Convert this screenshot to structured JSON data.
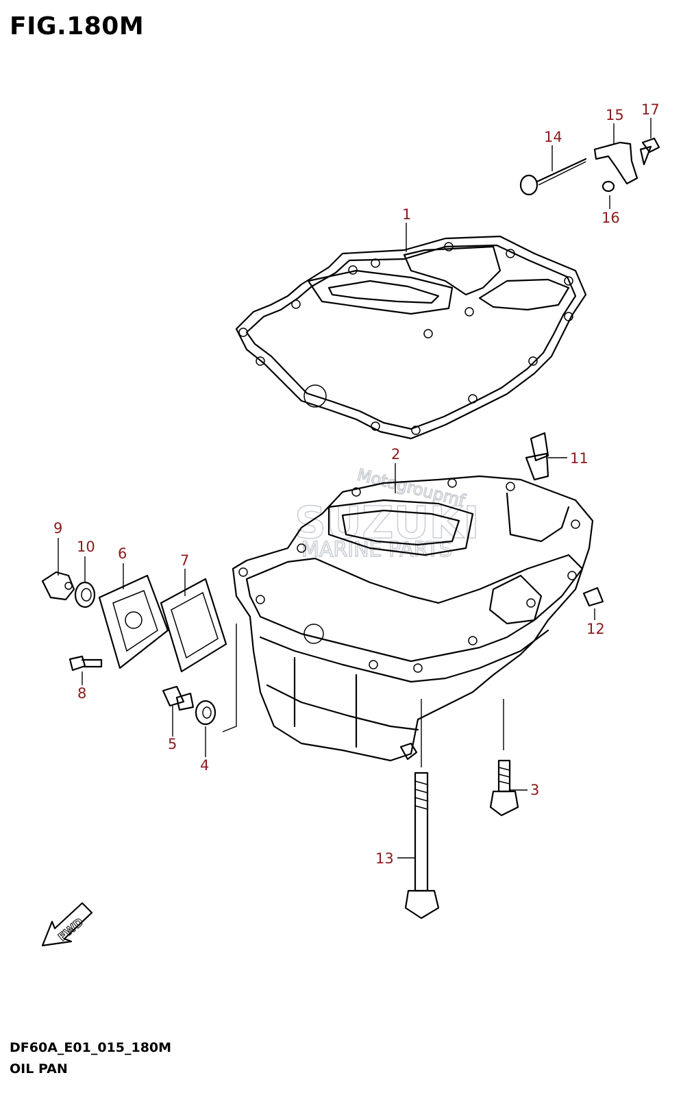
{
  "figure": {
    "title": "FIG.180M",
    "code": "DF60A_E01_015_180M",
    "name": "OIL PAN"
  },
  "watermark": {
    "line1": "Motogroupmf",
    "line2": "SUZUKI",
    "line3": "MARINE PARTS"
  },
  "fwd_label": "FWD",
  "callouts": [
    {
      "id": "1",
      "label": "1"
    },
    {
      "id": "2",
      "label": "2"
    },
    {
      "id": "3",
      "label": "3"
    },
    {
      "id": "4",
      "label": "4"
    },
    {
      "id": "5",
      "label": "5"
    },
    {
      "id": "6",
      "label": "6"
    },
    {
      "id": "7",
      "label": "7"
    },
    {
      "id": "8",
      "label": "8"
    },
    {
      "id": "9",
      "label": "9"
    },
    {
      "id": "10",
      "label": "10"
    },
    {
      "id": "11",
      "label": "11"
    },
    {
      "id": "12",
      "label": "12"
    },
    {
      "id": "13",
      "label": "13"
    },
    {
      "id": "14",
      "label": "14"
    },
    {
      "id": "15",
      "label": "15"
    },
    {
      "id": "16",
      "label": "16"
    },
    {
      "id": "17",
      "label": "17"
    }
  ],
  "colors": {
    "callout": "#8b1a1a",
    "line": "#000000",
    "watermark": "#c8ccd2"
  }
}
